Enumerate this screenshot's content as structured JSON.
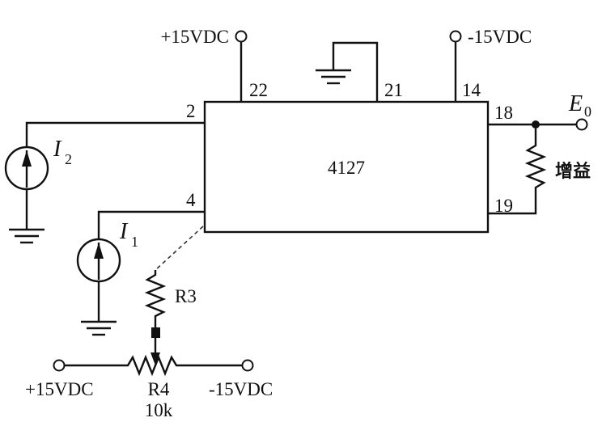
{
  "chip": {
    "part_number": "4127",
    "pins": {
      "p2": "2",
      "p4": "4",
      "p14": "14",
      "p18": "18",
      "p19": "19",
      "p21": "21",
      "p22": "22"
    }
  },
  "supplies": {
    "top_positive": "+15VDC",
    "top_negative": "-15VDC",
    "bottom_positive": "+15VDC",
    "bottom_negative": "-15VDC"
  },
  "sources": {
    "i2": {
      "symbol": "I",
      "subscript": "2"
    },
    "i1": {
      "symbol": "I",
      "subscript": "1"
    }
  },
  "resistors": {
    "r3": {
      "label": "R3"
    },
    "r4": {
      "label": "R4",
      "value": "10k"
    },
    "gain": {
      "label": "增益"
    }
  },
  "output": {
    "symbol": "E",
    "subscript": "0"
  }
}
